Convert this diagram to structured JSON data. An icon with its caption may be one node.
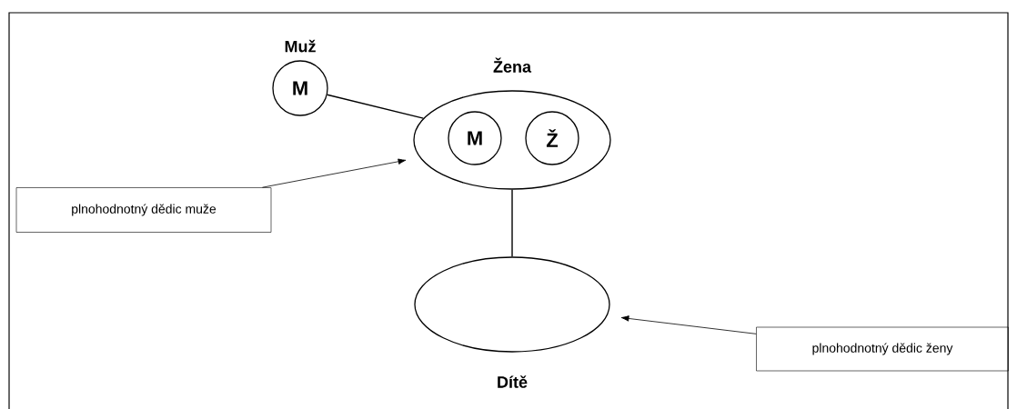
{
  "diagram": {
    "nodes": [
      {
        "text": [
          "Muž",
          "M"
        ]
      },
      {
        "text": [
          "Žena"
        ]
      },
      {
        "text": [
          "M"
        ],
        "in": 1
      },
      {
        "text": [
          "Ž"
        ],
        "in": 1
      },
      {
        "text": [
          "Dítě"
        ]
      },
      {
        "text": [
          "plnohodnotný dědic muže"
        ]
      },
      {
        "text": [
          "plnohodnotný dědic ženy"
        ]
      }
    ],
    "edges": [
      {
        "from": 0,
        "to": 1,
        "arrow": "none"
      },
      {
        "from": 1,
        "to": 4,
        "arrow": "none"
      },
      {
        "from": 5,
        "to": 1,
        "arrow": "to"
      },
      {
        "from": 6,
        "to": 4,
        "arrow": "to"
      }
    ]
  }
}
